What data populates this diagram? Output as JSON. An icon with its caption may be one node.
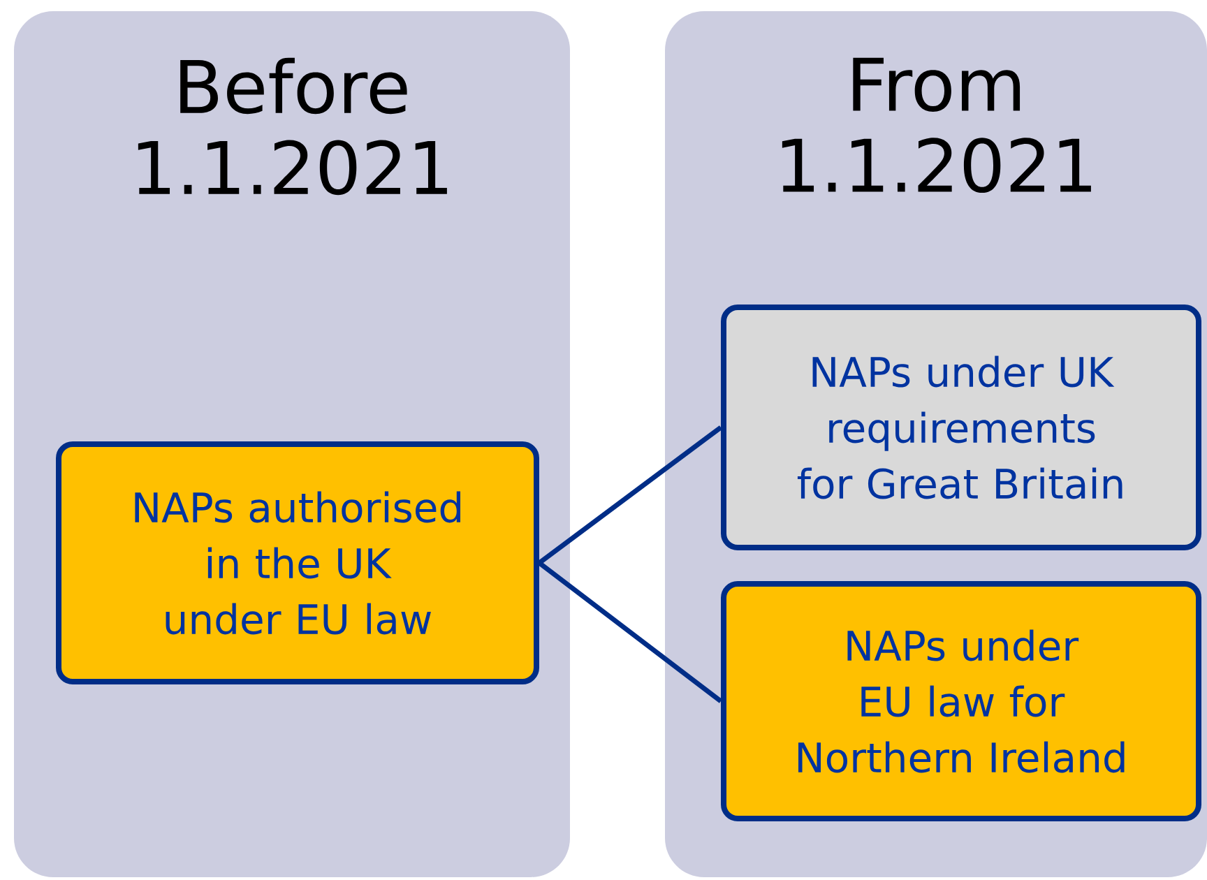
{
  "diagram": {
    "nodes": [
      {
        "text": [
          "Before 1.1.2021"
        ]
      },
      {
        "text": [
          "From 1.1.2021"
        ]
      },
      {
        "text": [
          "NAPs authorised in the UK under EU law"
        ],
        "in": 0
      },
      {
        "text": [
          "NAPs under UK requirements for Great Britain"
        ],
        "in": 1
      },
      {
        "text": [
          "NAPs under EU law for Northern Ireland"
        ],
        "in": 1
      }
    ],
    "edges": [
      {
        "from": 2,
        "to": 3,
        "arrow": "none"
      },
      {
        "from": 2,
        "to": 4,
        "arrow": "none"
      }
    ]
  }
}
